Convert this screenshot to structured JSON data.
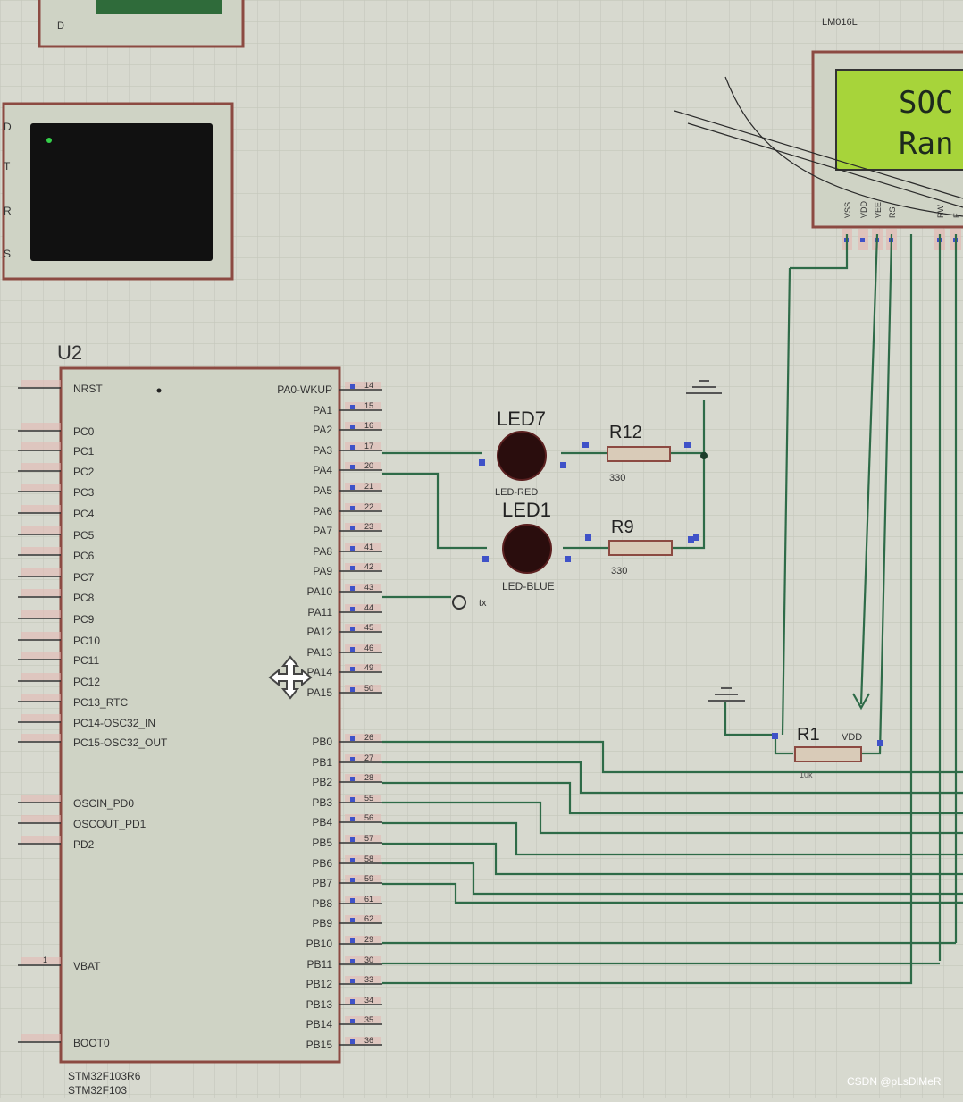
{
  "mcu": {
    "ref": "U2",
    "left_pins": [
      {
        "num": "",
        "name": "NRST"
      },
      {
        "num": "",
        "name": "PC0"
      },
      {
        "num": "",
        "name": "PC1"
      },
      {
        "num": "",
        "name": "PC2"
      },
      {
        "num": "",
        "name": "PC3"
      },
      {
        "num": "",
        "name": "PC4"
      },
      {
        "num": "",
        "name": "PC5"
      },
      {
        "num": "",
        "name": "PC6"
      },
      {
        "num": "",
        "name": "PC7"
      },
      {
        "num": "",
        "name": "PC8"
      },
      {
        "num": "",
        "name": "PC9"
      },
      {
        "num": "",
        "name": "PC10"
      },
      {
        "num": "",
        "name": "PC11"
      },
      {
        "num": "",
        "name": "PC12"
      },
      {
        "num": "",
        "name": "PC13_RTC"
      },
      {
        "num": "",
        "name": "PC14-OSC32_IN"
      },
      {
        "num": "",
        "name": "PC15-OSC32_OUT"
      },
      {
        "num": "",
        "name": "OSCIN_PD0"
      },
      {
        "num": "",
        "name": "OSCOUT_PD1"
      },
      {
        "num": "",
        "name": "PD2"
      },
      {
        "num": "1",
        "name": "VBAT"
      },
      {
        "num": "",
        "name": "BOOT0"
      }
    ],
    "right_pins": [
      {
        "num": "14",
        "name": "PA0-WKUP"
      },
      {
        "num": "15",
        "name": "PA1"
      },
      {
        "num": "16",
        "name": "PA2"
      },
      {
        "num": "17",
        "name": "PA3"
      },
      {
        "num": "20",
        "name": "PA4"
      },
      {
        "num": "21",
        "name": "PA5"
      },
      {
        "num": "22",
        "name": "PA6"
      },
      {
        "num": "23",
        "name": "PA7"
      },
      {
        "num": "41",
        "name": "PA8"
      },
      {
        "num": "42",
        "name": "PA9"
      },
      {
        "num": "43",
        "name": "PA10"
      },
      {
        "num": "44",
        "name": "PA11"
      },
      {
        "num": "45",
        "name": "PA12"
      },
      {
        "num": "46",
        "name": "PA13"
      },
      {
        "num": "49",
        "name": "PA14"
      },
      {
        "num": "50",
        "name": "PA15"
      },
      {
        "num": "26",
        "name": "PB0"
      },
      {
        "num": "27",
        "name": "PB1"
      },
      {
        "num": "28",
        "name": "PB2"
      },
      {
        "num": "55",
        "name": "PB3"
      },
      {
        "num": "56",
        "name": "PB4"
      },
      {
        "num": "57",
        "name": "PB5"
      },
      {
        "num": "58",
        "name": "PB6"
      },
      {
        "num": "59",
        "name": "PB7"
      },
      {
        "num": "61",
        "name": "PB8"
      },
      {
        "num": "62",
        "name": "PB9"
      },
      {
        "num": "29",
        "name": "PB10"
      },
      {
        "num": "30",
        "name": "PB11"
      },
      {
        "num": "33",
        "name": "PB12"
      },
      {
        "num": "34",
        "name": "PB13"
      },
      {
        "num": "35",
        "name": "PB14"
      },
      {
        "num": "36",
        "name": "PB15"
      }
    ],
    "part_lines": [
      "STM32F103R6",
      "STM32F103"
    ]
  },
  "led7": {
    "ref": "LED7",
    "value": "LED-RED"
  },
  "led1": {
    "ref": "LED1",
    "value": "LED-BLUE"
  },
  "r12": {
    "ref": "R12",
    "value": "330"
  },
  "r9": {
    "ref": "R9",
    "value": "330"
  },
  "r1": {
    "ref": "R1",
    "vdd": "VDD",
    "value": "10k"
  },
  "probe": {
    "label": "tx"
  },
  "lcd": {
    "ref": "LM016L",
    "line1": "SOC",
    "line2": "Ran",
    "pins": [
      "VSS",
      "VDD",
      "VEE",
      "RS",
      "RW",
      "E"
    ]
  },
  "watermark": "CSDN @pLsDlMeR",
  "colors": {
    "canvas": "#d7d9cf",
    "grid": "#c4c7bb",
    "wire": "#2e6b48",
    "component_border": "#8c4a42",
    "body_fill": "#cfd3c5",
    "lcd_green": "#a7d43a",
    "pin_blue": "#3f52c8",
    "led_body": "#2a0d0d"
  },
  "icons": {
    "cursor": "move-cursor-icon"
  }
}
